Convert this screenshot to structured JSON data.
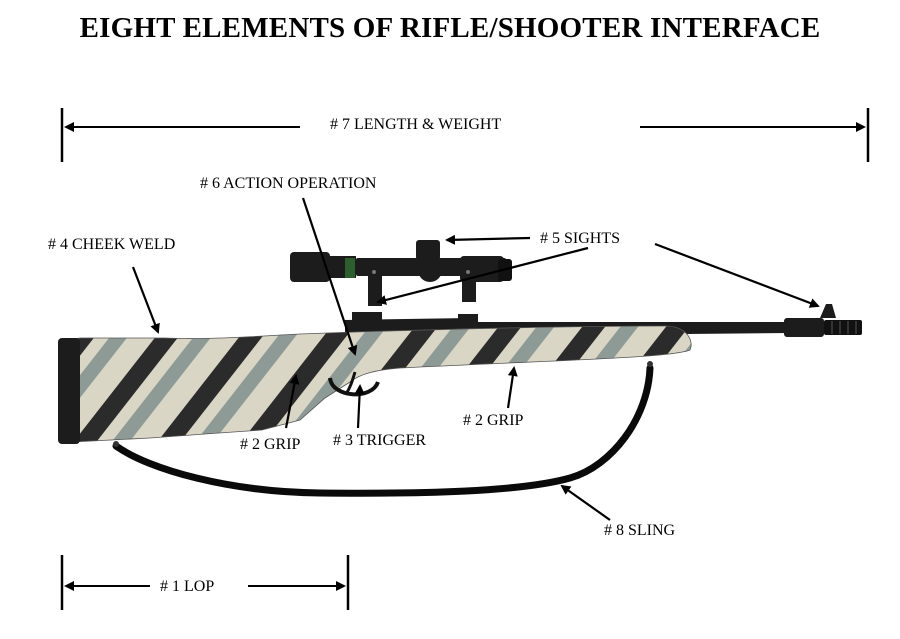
{
  "title": "EIGHT ELEMENTS OF RIFLE/SHOOTER INTERFACE",
  "labels": {
    "length_weight": "# 7 LENGTH & WEIGHT",
    "action_operation": "# 6 ACTION OPERATION",
    "cheek_weld": "# 4 CHEEK WELD",
    "sights": "# 5 SIGHTS",
    "grip_left": "# 2 GRIP",
    "trigger": "# 3 TRIGGER",
    "grip_right": "# 2 GRIP",
    "sling": "# 8 SLING",
    "lop": "# 1 LOP"
  },
  "colors": {
    "stock_light": "#d9d6c6",
    "stock_dark": "#2b2b2b",
    "stock_mid": "#8e9a96",
    "metal": "#1c1c1c",
    "sling": "#0a0a0a"
  }
}
